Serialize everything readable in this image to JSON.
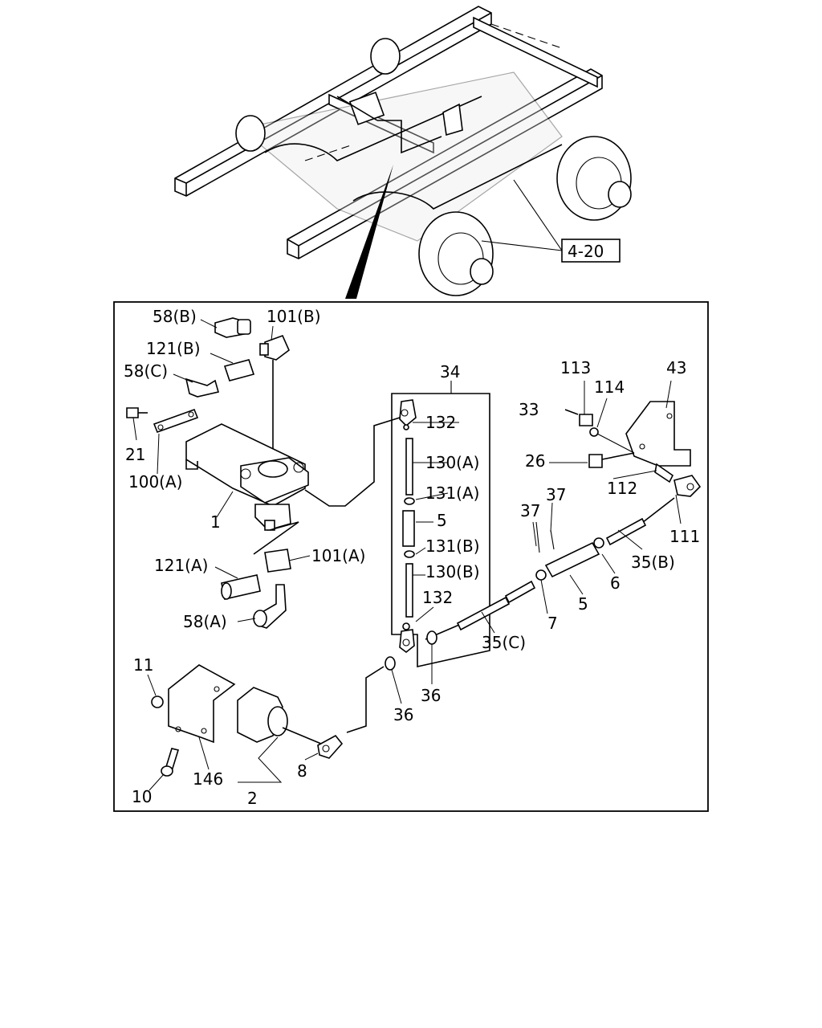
{
  "reference_box": "4-20",
  "labels": {
    "l58b": "58(B)",
    "l101b": "101(B)",
    "l121b": "121(B)",
    "l58c": "58(C)",
    "l34": "34",
    "l132a": "132",
    "l130a": "130(A)",
    "l131a": "131(A)",
    "l5a": "5",
    "l131b": "131(B)",
    "l130b": "130(B)",
    "l132b": "132",
    "l113": "113",
    "l114": "114",
    "l43": "43",
    "l33": "33",
    "l26": "26",
    "l112": "112",
    "l111": "111",
    "l37a": "37",
    "l37b": "37",
    "l35b": "35(B)",
    "l6": "6",
    "l5b": "5",
    "l7": "7",
    "l35c": "35(C)",
    "l36a": "36",
    "l36b": "36",
    "l21": "21",
    "l100a": "100(A)",
    "l1": "1",
    "l121a": "121(A)",
    "l101a": "101(A)",
    "l58a": "58(A)",
    "l11": "11",
    "l146": "146",
    "l10": "10",
    "l8": "8",
    "l2": "2"
  }
}
